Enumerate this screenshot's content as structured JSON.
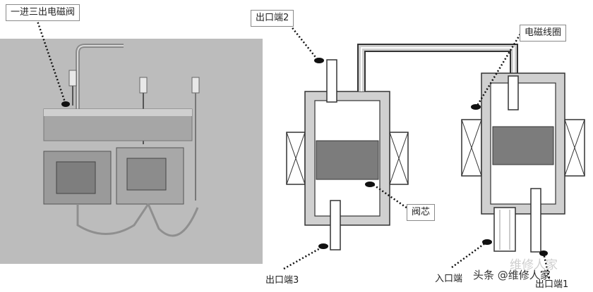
{
  "labels": {
    "valve_name": "一进三出电磁阀",
    "outlet2": "出口端2",
    "coil": "电磁线圈",
    "core": "阀芯",
    "outlet3": "出口端3",
    "inlet": "入口端",
    "outlet1": "出口端1"
  },
  "watermark": {
    "text": "头条 @维修人家",
    "overlay": "维修人家"
  }
}
